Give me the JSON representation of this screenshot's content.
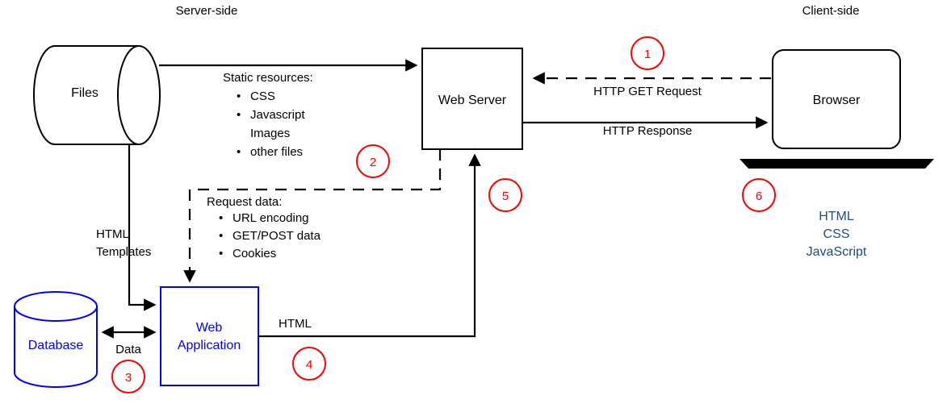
{
  "diagram": {
    "title_left": "Server-side",
    "title_right": "Client-side",
    "nodes": {
      "files": {
        "label": "Files",
        "shape": "cylinder-horizontal",
        "color": "#000000"
      },
      "database": {
        "label": "Database",
        "shape": "cylinder-vertical",
        "color": "#0000ff"
      },
      "web_server": {
        "label": "Web Server",
        "shape": "rect",
        "color": "#000000"
      },
      "web_application": {
        "label_line1": "Web",
        "label_line2": "Application",
        "shape": "rect",
        "color": "#0000ff"
      },
      "browser": {
        "label": "Browser",
        "shape": "rounded-rect",
        "color": "#000000"
      }
    },
    "edges": {
      "static_resources": {
        "title": "Static resources:",
        "items": [
          "CSS",
          "Javascript",
          "Images",
          "other files"
        ],
        "bullets": [
          true,
          true,
          false,
          true
        ]
      },
      "http_get_request": {
        "label": "HTTP GET Request",
        "style": "dashed"
      },
      "http_response": {
        "label": "HTTP Response",
        "style": "solid"
      },
      "request_data": {
        "title": "Request data:",
        "items": [
          "URL encoding",
          "GET/POST data",
          "Cookies"
        ],
        "bullets": [
          true,
          true,
          true
        ],
        "style": "dashed"
      },
      "html_templates": {
        "label_line1": "HTML",
        "label_line2": "Templates",
        "style": "solid"
      },
      "data": {
        "label": "Data",
        "style": "solid-bidirectional"
      },
      "html": {
        "label": "HTML",
        "style": "solid"
      }
    },
    "step_markers": [
      {
        "id": "1",
        "label": "1"
      },
      {
        "id": "2",
        "label": "2"
      },
      {
        "id": "3",
        "label": "3"
      },
      {
        "id": "4",
        "label": "4"
      },
      {
        "id": "5",
        "label": "5"
      },
      {
        "id": "6",
        "label": "6"
      }
    ],
    "client_stack": [
      "HTML",
      "CSS",
      "JavaScript"
    ],
    "colors": {
      "black": "#000000",
      "blue": "#0000ff",
      "red": "#ff0000",
      "navy": "#1f4e79",
      "background": "#ffffff"
    }
  }
}
